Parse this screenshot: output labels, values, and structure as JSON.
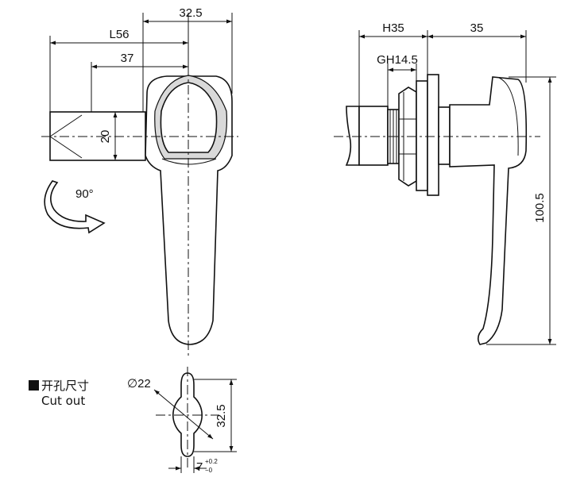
{
  "front_view": {
    "dims": {
      "width_32_5": "32.5",
      "length_l56": "L56",
      "length_37": "37",
      "tongue_20": "20",
      "rotation": "90°"
    }
  },
  "side_view": {
    "dims": {
      "h35": "H35",
      "gh14_5": "GH14.5",
      "depth_35": "35",
      "height_100_5": "100.5"
    }
  },
  "cutout": {
    "title_cn": "开孔尺寸",
    "title_en": "Cut out",
    "diameter": "∅22",
    "height": "32.5",
    "slot_width": "7",
    "tol_upper": "+0.2",
    "tol_lower": "−0"
  }
}
